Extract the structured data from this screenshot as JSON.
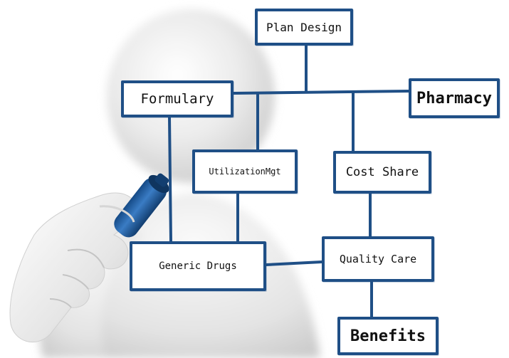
{
  "colors": {
    "box_border": "#1f4f86",
    "connector": "#1f4f86",
    "marker": "#1e5a9c",
    "figure": "#eeeeee",
    "background": "#ffffff"
  },
  "figure": {
    "description_icon": "3d-figure-with-marker-icon"
  },
  "nodes": {
    "plan_design": "Plan Design",
    "formulary": "Formulary",
    "pharmacy": "Pharmacy",
    "utilization_mgt": "UtilizationMgt",
    "cost_share": "Cost Share",
    "generic_drugs": "Generic Drugs",
    "quality_care": "Quality Care",
    "benefits": "Benefits"
  }
}
